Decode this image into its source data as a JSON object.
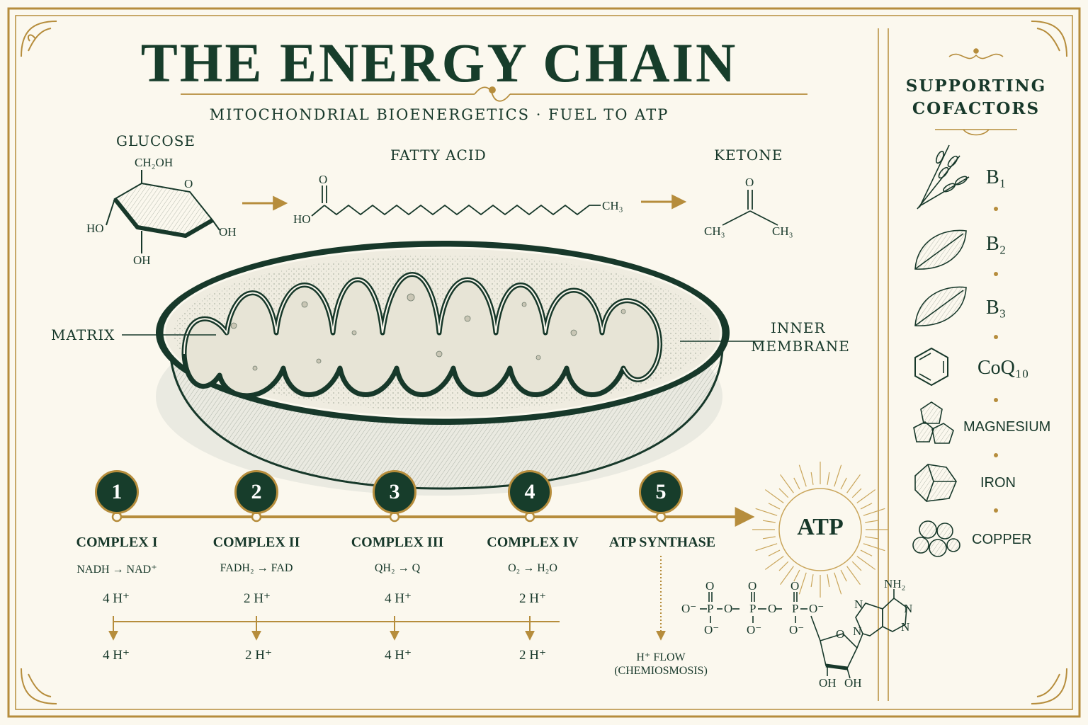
{
  "title": "THE ENERGY CHAIN",
  "subtitle": "MITOCHONDRIAL BIOENERGETICS · FUEL TO ATP",
  "fuels": {
    "glucose": {
      "label": "GLUCOSE",
      "ch2oh": "CH₂OH",
      "o": "O",
      "ho": "HO",
      "oh_right": "OH",
      "oh_bottom": "OH"
    },
    "fatty_acid": {
      "label": "FATTY ACID",
      "o": "O",
      "ho": "HO",
      "ch3": "CH₃"
    },
    "ketone": {
      "label": "KETONE",
      "o": "O",
      "ch3_left": "CH₃",
      "ch3_right": "CH₃"
    }
  },
  "mito_labels": {
    "matrix": "MATRIX",
    "inner_line1": "INNER",
    "inner_line2": "MEMBRANE"
  },
  "steps": [
    {
      "num": "1",
      "name": "COMPLEX I",
      "reaction": "NADH → NAD⁺",
      "h_top": "4 H⁺",
      "h_bottom": "4 H⁺"
    },
    {
      "num": "2",
      "name": "COMPLEX II",
      "reaction": "FADH₂ → FAD",
      "h_top": "2 H⁺",
      "h_bottom": "2 H⁺"
    },
    {
      "num": "3",
      "name": "COMPLEX III",
      "reaction": "QH₂ → Q",
      "h_top": "4 H⁺",
      "h_bottom": "4 H⁺"
    },
    {
      "num": "4",
      "name": "COMPLEX IV",
      "reaction": "O₂ → H₂O",
      "h_top": "2 H⁺",
      "h_bottom": "2 H⁺"
    },
    {
      "num": "5",
      "name": "ATP SYNTHASE",
      "flow_line1": "H⁺ FLOW",
      "flow_line2": "(CHEMIOSMOSIS)"
    }
  ],
  "atp": {
    "label": "ATP",
    "nh2": "NH₂",
    "n": "N",
    "oh": "OH",
    "o": "O",
    "p": "P",
    "ominus": "O⁻"
  },
  "cofactors": {
    "title_line1": "SUPPORTING",
    "title_line2": "COFACTORS",
    "items": [
      {
        "name": "B₁",
        "icon": "wheat-icon"
      },
      {
        "name": "B₂",
        "icon": "leaf-icon"
      },
      {
        "name": "B₃",
        "icon": "leaf-icon"
      },
      {
        "name": "CoQ₁₀",
        "icon": "benzene-ring-icon"
      },
      {
        "name": "MAGNESIUM",
        "icon": "crystal-cluster-icon"
      },
      {
        "name": "IRON",
        "icon": "mineral-chunk-icon"
      },
      {
        "name": "COPPER",
        "icon": "nugget-cluster-icon"
      }
    ]
  },
  "colors": {
    "green": "#173d2b",
    "gold": "#b68d3c",
    "paper": "#fbf8ee"
  }
}
